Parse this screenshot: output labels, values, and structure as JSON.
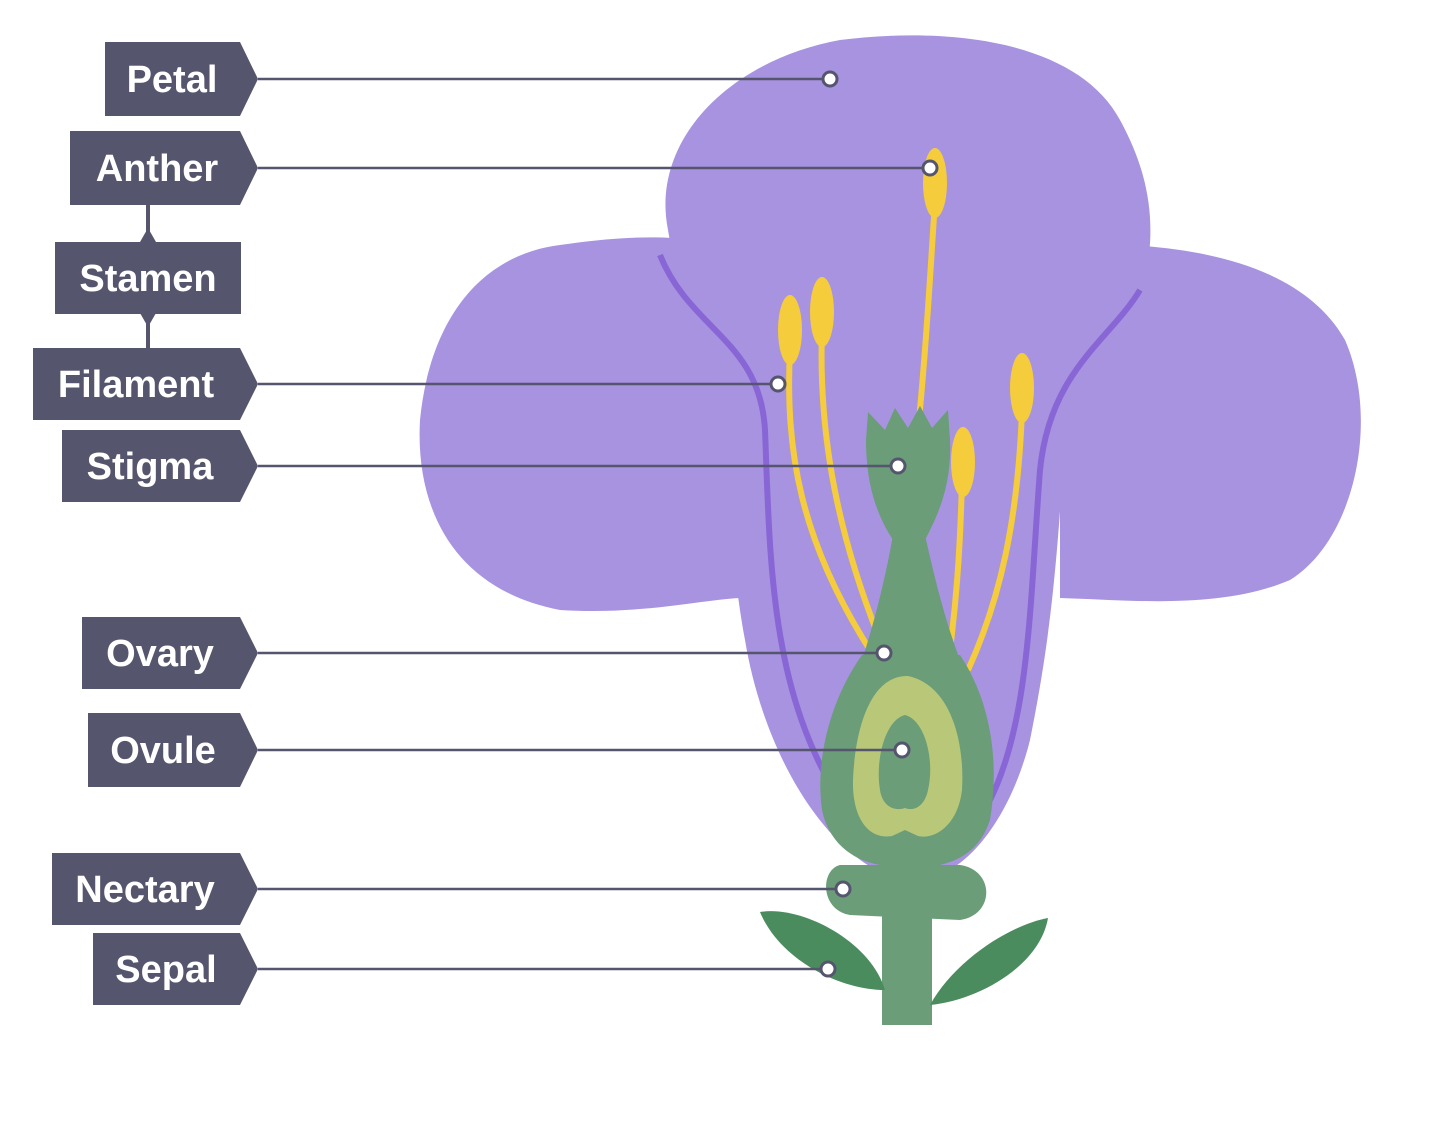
{
  "labels": {
    "petal": "Petal",
    "anther": "Anther",
    "stamen": "Stamen",
    "filament": "Filament",
    "stigma": "Stigma",
    "ovary": "Ovary",
    "ovule": "Ovule",
    "nectary": "Nectary",
    "sepal": "Sepal"
  },
  "colors": {
    "label_box": "#55556e",
    "petal": "#a893e0",
    "petal_outline": "#8866d6",
    "stamen": "#f5cc3c",
    "pistil": "#6a9d78",
    "ovule_region": "#b8c878",
    "sepal": "#4b8c5e"
  }
}
